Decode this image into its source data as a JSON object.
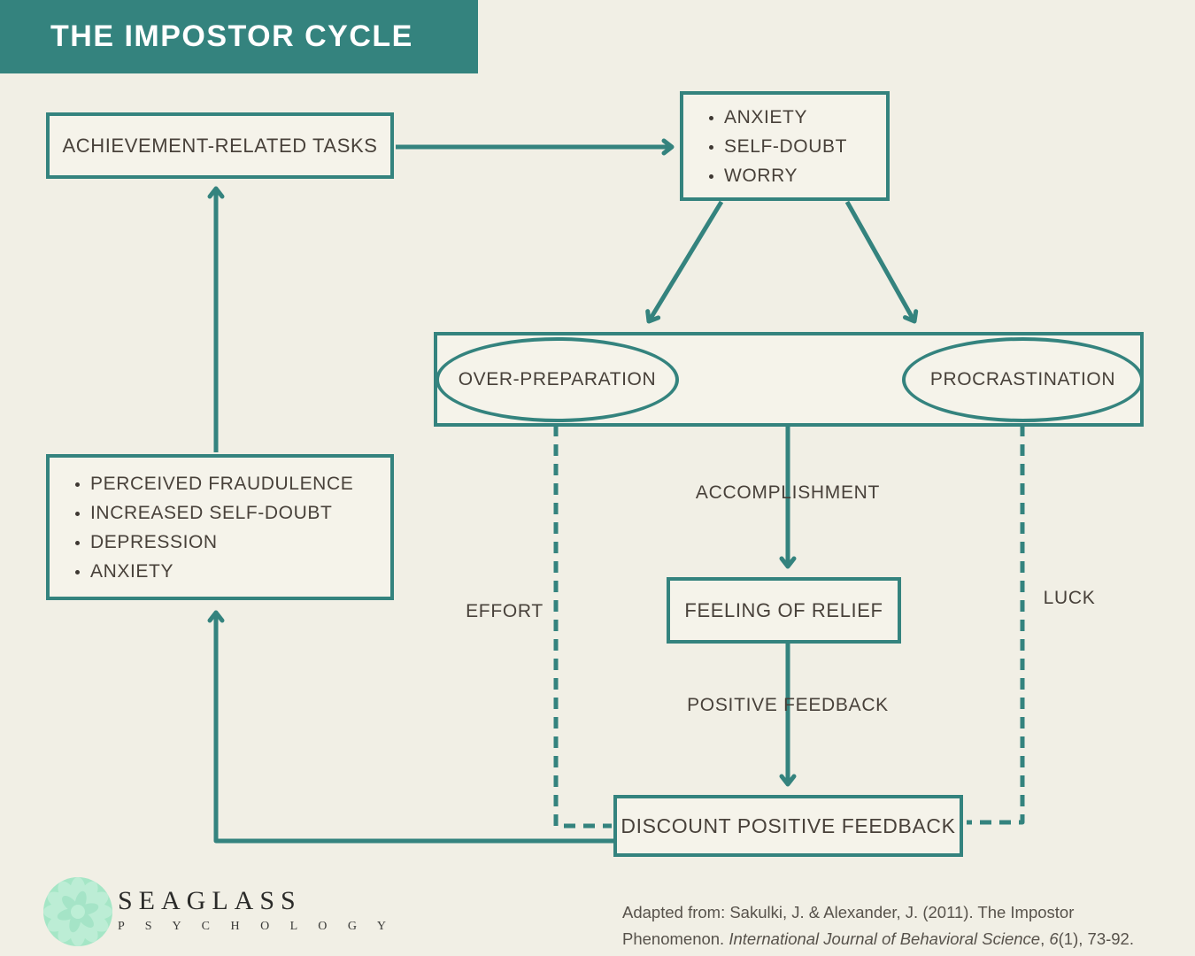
{
  "theme": {
    "teal": "#34837E",
    "bg": "#F1EFE5",
    "box_fill": "#F5F3EA",
    "text": "#48413A",
    "citation": "#57524B",
    "logo_mint": "#A5E6C6",
    "banner_text": "#FFFFFF"
  },
  "title": "THE IMPOSTOR CYCLE",
  "nodes": {
    "achievement_tasks": {
      "label": "ACHIEVEMENT-RELATED TASKS"
    },
    "anxiety_list": {
      "items": [
        "ANXIETY",
        "SELF-DOUBT",
        "WORRY"
      ]
    },
    "over_preparation": {
      "label": "OVER-PREPARATION"
    },
    "procrastination": {
      "label": "PROCRASTINATION"
    },
    "feeling_of_relief": {
      "label": "FEELING OF RELIEF"
    },
    "discount_positive_feedback": {
      "label": "DISCOUNT POSITIVE FEEDBACK"
    },
    "aftermath_list": {
      "items": [
        "PERCEIVED FRAUDULENCE",
        "INCREASED SELF-DOUBT",
        "DEPRESSION",
        "ANXIETY"
      ]
    }
  },
  "edge_labels": {
    "accomplishment": "ACCOMPLISHMENT",
    "positive_feedback": "POSITIVE FEEDBACK",
    "effort": "EFFORT",
    "luck": "LUCK"
  },
  "footer": {
    "brand_name": "SEAGLASS",
    "brand_subtitle": "P S Y C H O L O G Y",
    "citation": {
      "line1": "Adapted from: Sakulki, J. & Alexander, J. (2011). The Impostor",
      "line2_prefix": "Phenomenon. ",
      "line2_journal": "International Journal of Behavioral Science",
      "line2_mid": ", ",
      "line2_volume": "6",
      "line2_suffix": "(1), 73-92."
    }
  }
}
